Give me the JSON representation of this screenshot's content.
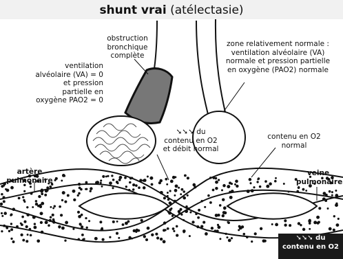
{
  "title": {
    "bold": "shunt vrai",
    "normal": "(atélectasie)"
  },
  "labels": {
    "obstruction": [
      "obstruction",
      "bronchique",
      "complète"
    ],
    "left_alveolus": [
      "ventilation",
      "alvéolaire (VA) = 0",
      "et pression",
      "partielle en",
      "oxygène PAO2 = 0"
    ],
    "right_alveolus": [
      "zone relativement normale :",
      "ventilation alvéolaire (VA)",
      "normale et pression partielle",
      "en oxygène (PAO2) normale"
    ],
    "middle": [
      "➘➘➘ du",
      "contenu en O2",
      "et débit normal"
    ],
    "content_normal": [
      "contenu en O2",
      "normal"
    ],
    "artery": [
      "artère",
      "pulmonaire"
    ],
    "vein": [
      "veine",
      "pulmonaire"
    ],
    "badge": [
      "➘➘➘ du",
      "contenu en O2"
    ]
  },
  "colors": {
    "background": "#ffffff",
    "ink": "#111111",
    "obstruction_fill": "#777777",
    "badge_bg": "#1a1a1a",
    "badge_text": "#ffffff"
  }
}
